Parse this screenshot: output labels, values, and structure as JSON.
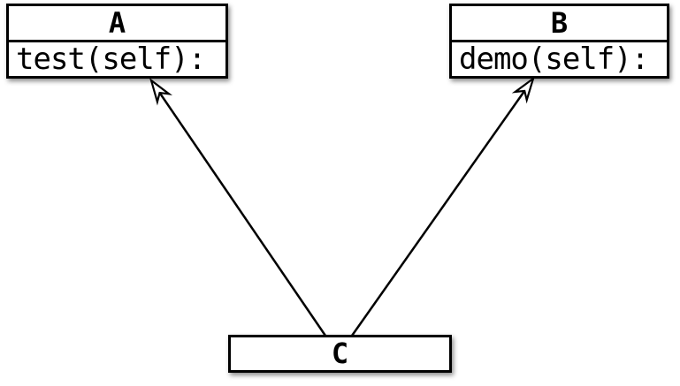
{
  "diagram": {
    "type": "uml-class-inheritance",
    "background_color": "#ffffff",
    "stroke_color": "#000000",
    "node_fill_color": "#ffffff",
    "nodes": [
      {
        "id": "A",
        "name": "A",
        "members": [
          "test(self):"
        ]
      },
      {
        "id": "B",
        "name": "B",
        "members": [
          "demo(self):"
        ]
      },
      {
        "id": "C",
        "name": "C",
        "members": []
      }
    ],
    "edges": [
      {
        "from": "C",
        "to": "A",
        "type": "inheritance",
        "arrowhead": "hollow"
      },
      {
        "from": "C",
        "to": "B",
        "type": "inheritance",
        "arrowhead": "hollow"
      }
    ]
  }
}
